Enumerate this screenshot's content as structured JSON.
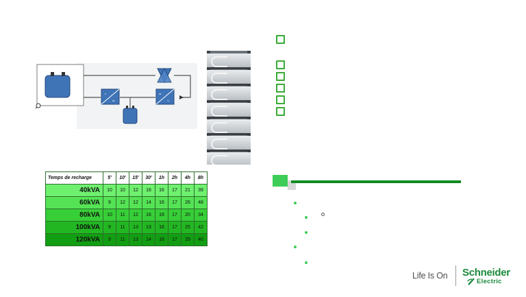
{
  "recharge_table": {
    "header": [
      "Temps de recharge",
      "5'",
      "10'",
      "15'",
      "30'",
      "1h",
      "2h",
      "4h",
      "8h"
    ],
    "rows": [
      {
        "label": "40kVA",
        "values": [
          "10",
          "10",
          "12",
          "16",
          "16",
          "17",
          "21",
          "39"
        ],
        "color": "#6ff06f"
      },
      {
        "label": "60kVA",
        "values": [
          "9",
          "12",
          "12",
          "14",
          "16",
          "17",
          "26",
          "48"
        ],
        "color": "#55e355"
      },
      {
        "label": "80kVA",
        "values": [
          "10",
          "11",
          "12",
          "16",
          "16",
          "17",
          "20",
          "34"
        ],
        "color": "#37cf37"
      },
      {
        "label": "100kVA",
        "values": [
          "9",
          "11",
          "13",
          "13",
          "16",
          "17",
          "25",
          "42"
        ],
        "color": "#22b722"
      },
      {
        "label": "120kVA",
        "values": [
          "9",
          "11",
          "13",
          "14",
          "16",
          "17",
          "29",
          "40"
        ],
        "color": "#129e12"
      }
    ]
  },
  "checklist_count": 6,
  "colors": {
    "accent_green": "#3dcd58",
    "dark_green": "#0f8a1f",
    "brand_green": "#1c8a3d"
  },
  "logo": {
    "tagline": "Life Is On",
    "brand_line1": "Schneider",
    "brand_line2": "Electric"
  },
  "icons": [
    "battery-icon",
    "thyristor-icon",
    "rectifier-icon",
    "inverter-icon",
    "checkbox-icon",
    "bullet-icon"
  ]
}
